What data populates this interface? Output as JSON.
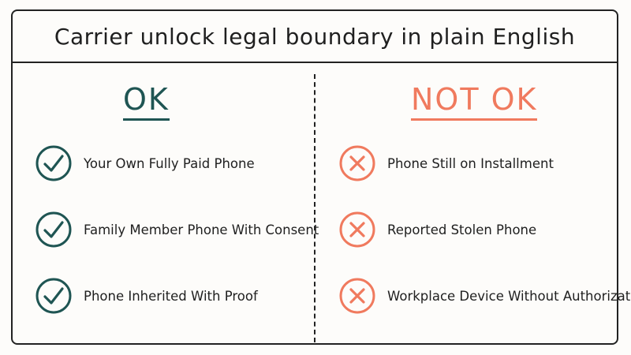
{
  "title": "Carrier unlock legal boundary in plain English",
  "colors": {
    "ok": "#1f5553",
    "not_ok": "#f07a5e",
    "ink": "#222222"
  },
  "ok": {
    "heading": "OK",
    "icon": "check-circle-icon",
    "items": [
      "Your Own Fully Paid Phone",
      "Family Member Phone With Consent",
      "Phone Inherited With Proof"
    ]
  },
  "not_ok": {
    "heading": "NOT OK",
    "icon": "x-circle-icon",
    "items": [
      "Phone Still on Installment",
      "Reported Stolen Phone",
      "Workplace Device Without Authorization"
    ]
  }
}
